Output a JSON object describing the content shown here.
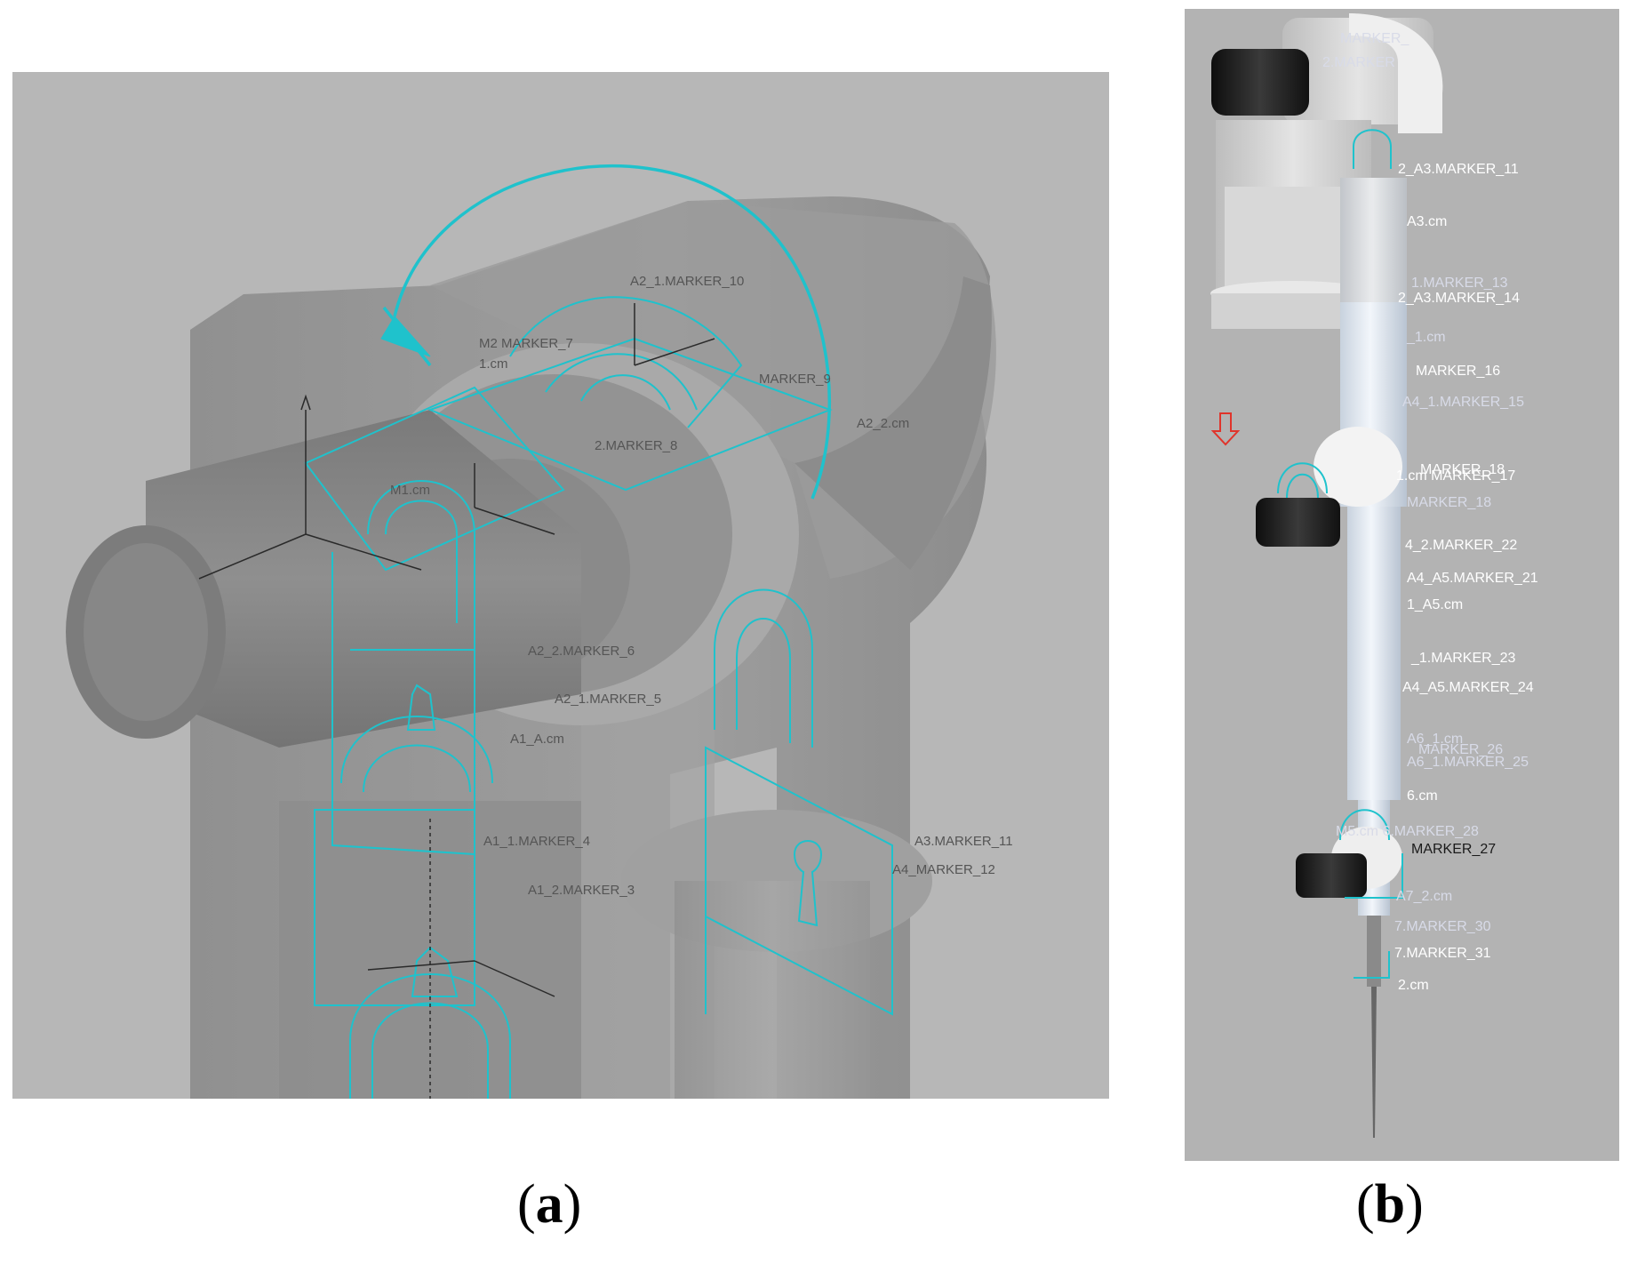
{
  "captions": {
    "a": "a",
    "b": "b"
  },
  "panel_a": {
    "markers": [
      {
        "id": "a2-1-marker-10",
        "text": "A2_1.MARKER_10"
      },
      {
        "id": "m2-marker-7",
        "text": "M2 MARKER_7"
      },
      {
        "id": "a1-cm",
        "text": "1.cm"
      },
      {
        "id": "marker-9",
        "text": "MARKER_9"
      },
      {
        "id": "a2-2-cm",
        "text": "A2_2.cm"
      },
      {
        "id": "marker-8",
        "text": "2.MARKER_8"
      },
      {
        "id": "m1-cm",
        "text": "M1.cm"
      },
      {
        "id": "a2-2-marker-6",
        "text": "A2_2.MARKER_6"
      },
      {
        "id": "a2-1-marker-5",
        "text": "A2_1.MARKER_5"
      },
      {
        "id": "a1-a-cm",
        "text": "A1_A.cm"
      },
      {
        "id": "a1-1-marker-4",
        "text": "A1_1.MARKER_4"
      },
      {
        "id": "a1-2-marker-3",
        "text": "A1_2.MARKER_3"
      },
      {
        "id": "a3-marker-11",
        "text": "A3.MARKER_11"
      },
      {
        "id": "a4-marker-12",
        "text": "A4_MARKER_12"
      }
    ]
  },
  "panel_b": {
    "markers": [
      {
        "id": "marker-top",
        "text": "MARKER_"
      },
      {
        "id": "marker-2",
        "text": "2.MARKER"
      },
      {
        "id": "a3-marker-11",
        "text": "2_A3.MARKER_11"
      },
      {
        "id": "a3-cm",
        "text": "A3.cm"
      },
      {
        "id": "marker-13",
        "text": "1.MARKER_13"
      },
      {
        "id": "a3-marker-14",
        "text": "2_A3.MARKER_14"
      },
      {
        "id": "a4-1-cm",
        "text": "_1.cm"
      },
      {
        "id": "marker-16",
        "text": "MARKER_16"
      },
      {
        "id": "a4-1-marker-15",
        "text": "A4_1.MARKER_15"
      },
      {
        "id": "marker-18-faint",
        "text": "MARKER_18"
      },
      {
        "id": "marker-17",
        "text": "1.cm MARKER_17"
      },
      {
        "id": "marker-18",
        "text": "MARKER_18"
      },
      {
        "id": "a4-2-marker-22",
        "text": "4_2.MARKER_22"
      },
      {
        "id": "a4-a5-marker-21",
        "text": "A4_A5.MARKER_21"
      },
      {
        "id": "a5-cm",
        "text": "1_A5.cm"
      },
      {
        "id": "marker-23",
        "text": "_1.MARKER_23"
      },
      {
        "id": "a4-a5-marker-24",
        "text": "A4_A5.MARKER_24"
      },
      {
        "id": "a6-1-cm",
        "text": "A6_1.cm"
      },
      {
        "id": "marker-26",
        "text": "MARKER_26"
      },
      {
        "id": "a6-1-marker-25",
        "text": "A6_1.MARKER_25"
      },
      {
        "id": "a6-cm",
        "text": "6.cm"
      },
      {
        "id": "marker-28",
        "text": "M5.cm 6.MARKER_28"
      },
      {
        "id": "marker-27",
        "text": "MARKER_27"
      },
      {
        "id": "a7-cm",
        "text": "A7_2.cm"
      },
      {
        "id": "marker-30",
        "text": "7.MARKER_30"
      },
      {
        "id": "marker-31",
        "text": "7.MARKER_31"
      },
      {
        "id": "a7-2-cm",
        "text": "2.cm"
      }
    ]
  },
  "colors": {
    "background": "#b7b7b7",
    "wireframe": "#1fc2cc",
    "arm_blue": "#dfe8f2",
    "motor": "#1b1b1b",
    "force_arrow": "#e0342b"
  }
}
